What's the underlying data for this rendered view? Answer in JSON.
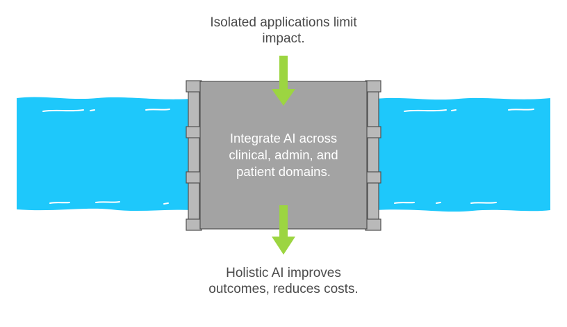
{
  "diagram": {
    "top_text": "Isolated applications limit impact.",
    "center_text": "Integrate AI across clinical, admin, and patient domains.",
    "bottom_text": "Holistic AI improves outcomes, reduces costs.",
    "colors": {
      "water": "#1ec8fb",
      "water_highlight": "#ffffff",
      "gate": "#a3a3a3",
      "gate_frame": "#b9b9b9",
      "gate_outline": "#505050",
      "arrow": "#9cd541",
      "text": "#4a4a4a"
    }
  }
}
